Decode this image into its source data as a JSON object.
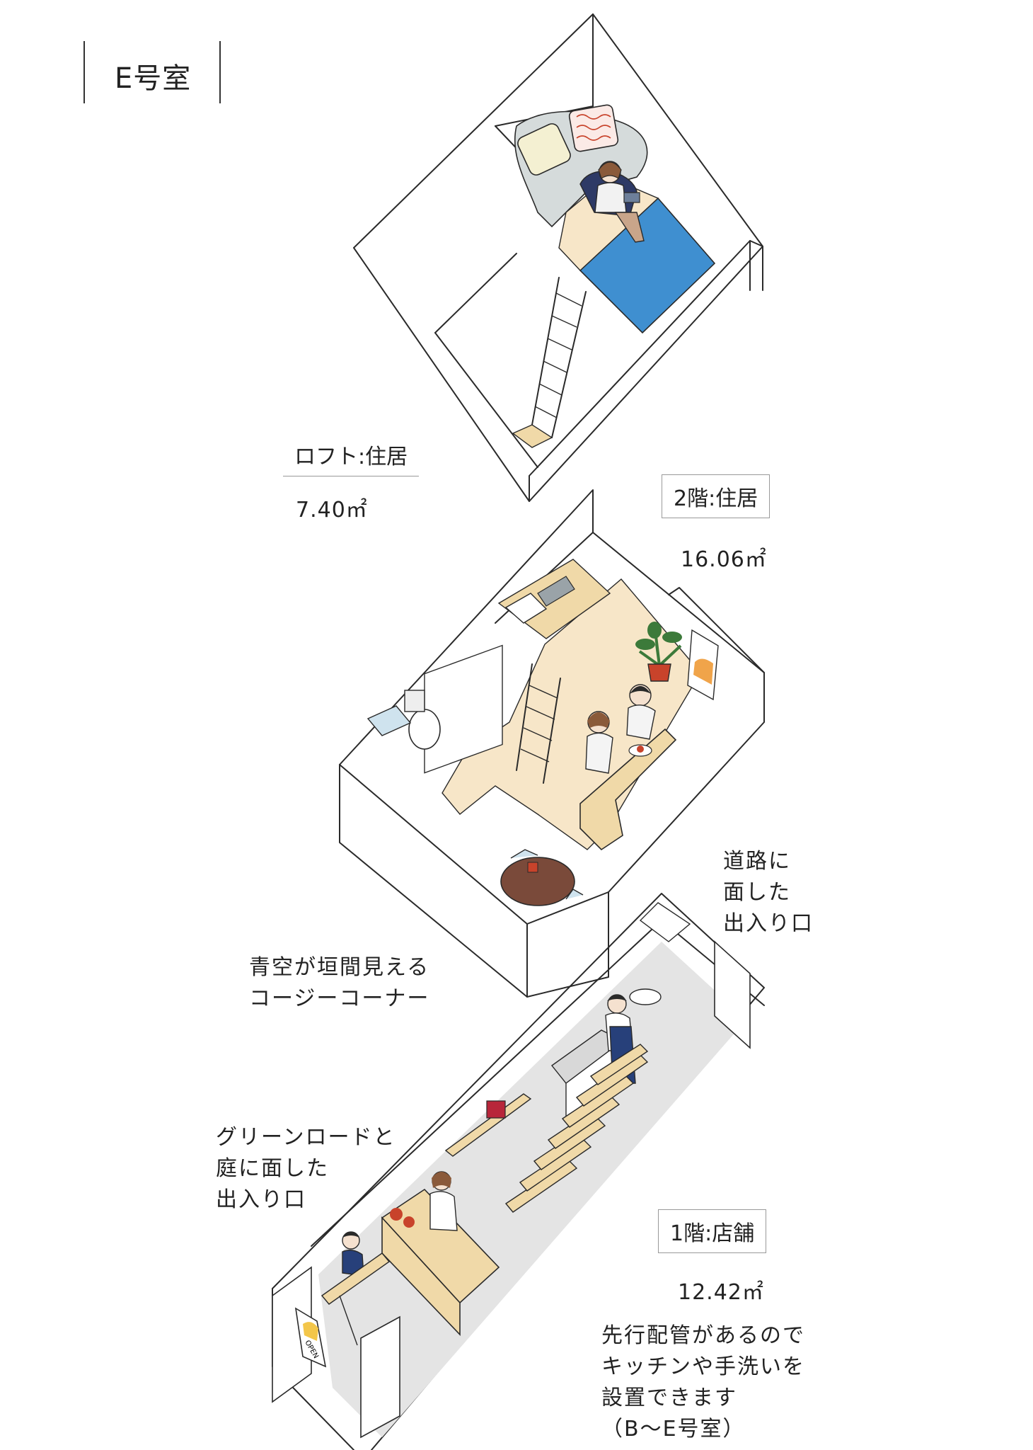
{
  "title": "E号室",
  "floors": {
    "loft": {
      "label": "ロフト:住居",
      "area": "7.40㎡"
    },
    "second": {
      "label": "2階:住居",
      "area": "16.06㎡"
    },
    "first": {
      "label": "1階:店舗",
      "area": "12.42㎡"
    }
  },
  "notes": {
    "road_entrance": [
      "道路に",
      "面した",
      "出入り口"
    ],
    "cozy_corner": [
      "青空が垣間見える",
      "コージーコーナー"
    ],
    "green_road_entrance": [
      "グリーンロードと",
      "庭に面した",
      "出入り口"
    ],
    "piping": [
      "先行配管があるので",
      "キッチンや手洗いを",
      "設置できます",
      "（B～E号室）"
    ]
  },
  "illustration": {
    "sign_text": "OPEN",
    "colors": {
      "rug_blue": "#3f8fd0",
      "floor_cream": "#f7e6c8",
      "shop_floor": "#e4e4e4",
      "cushion_gray": "#d5dbdb",
      "wood": "#f0d9a8",
      "table_brown": "#7a4a3a",
      "apron_navy": "#27407a",
      "plant_green": "#3c7a3a",
      "pot_red": "#c8432b"
    }
  }
}
